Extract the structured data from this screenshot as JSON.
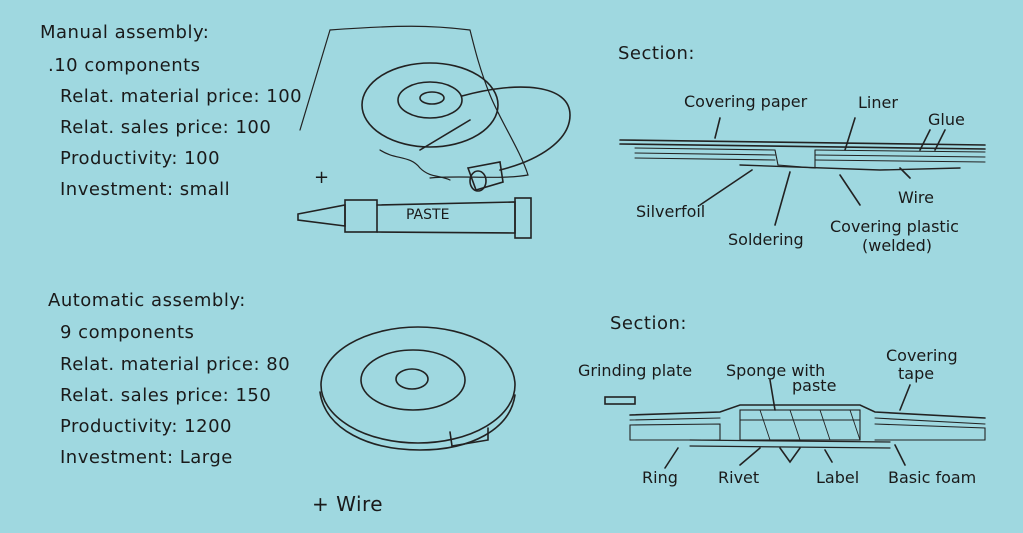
{
  "manual": {
    "title": "Manual assembly:",
    "components": ".10 components",
    "material_price": "Relat. material price: 100",
    "sales_price": "Relat. sales price: 100",
    "productivity": "Productivity: 100",
    "investment": "Investment: small",
    "plus": "+",
    "paste_label": "PASTE"
  },
  "automatic": {
    "title": "Automatic assembly:",
    "components": "9 components",
    "material_price": "Relat. material price: 80",
    "sales_price": "Relat. sales price: 150",
    "productivity": "Productivity: 1200",
    "investment": "Investment: Large",
    "plus_wire": "+ Wire"
  },
  "section1": {
    "title": "Section:",
    "labels": {
      "covering_paper": "Covering paper",
      "liner": "Liner",
      "glue": "Glue",
      "wire": "Wire",
      "silverfoil": "Silverfoil",
      "soldering": "Soldering",
      "covering_plastic": "Covering plastic",
      "welded": "(welded)"
    }
  },
  "section2": {
    "title": "Section:",
    "labels": {
      "grinding_plate": "Grinding plate",
      "sponge": "Sponge with",
      "paste": "paste",
      "covering": "Covering",
      "tape": "tape",
      "ring": "Ring",
      "rivet": "Rivet",
      "label": "Label",
      "basic_foam": "Basic foam"
    }
  }
}
